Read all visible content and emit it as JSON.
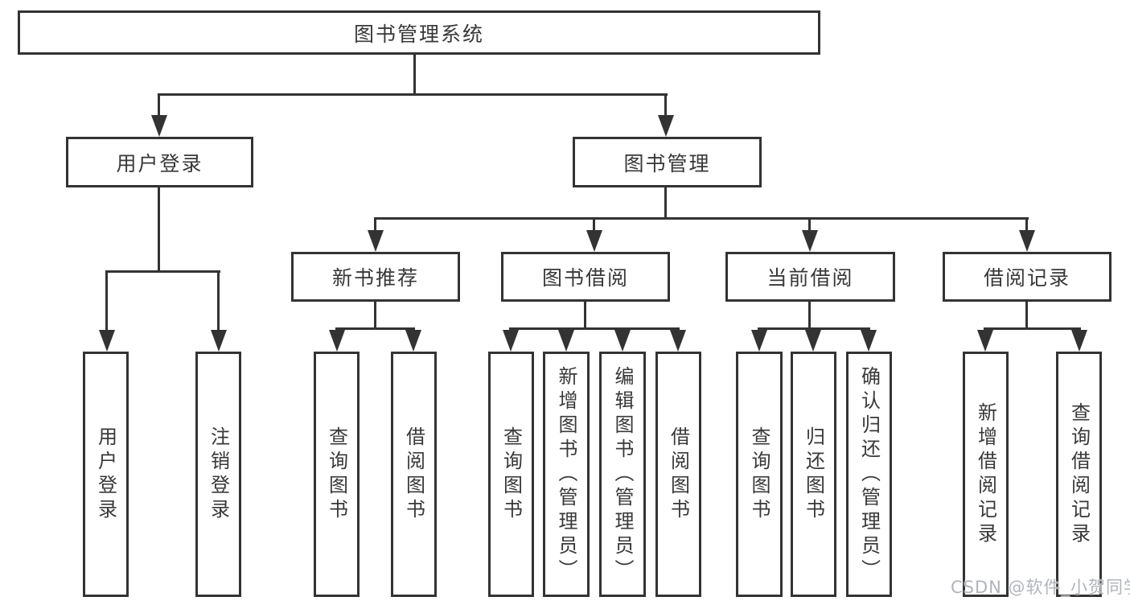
{
  "title": "图书管理系统",
  "colors": {
    "line": "#333333",
    "text": "#383838",
    "box_background": "#ffffff",
    "watermark": "#b0b4ba"
  },
  "tree": {
    "root": {
      "label": "图书管理系统"
    },
    "children": [
      {
        "label": "用户登录",
        "children": [
          {
            "label": "用户登录"
          },
          {
            "label": "注销登录"
          }
        ]
      },
      {
        "label": "图书管理",
        "children": [
          {
            "label": "新书推荐",
            "children": [
              {
                "label": "查询图书"
              },
              {
                "label": "借阅图书"
              }
            ]
          },
          {
            "label": "图书借阅",
            "children": [
              {
                "label": "查询图书"
              },
              {
                "label": "新增图书（管理员）"
              },
              {
                "label": "编辑图书（管理员）"
              },
              {
                "label": "借阅图书"
              }
            ]
          },
          {
            "label": "当前借阅",
            "children": [
              {
                "label": "查询图书"
              },
              {
                "label": "归还图书"
              },
              {
                "label": "确认归还（管理员）"
              }
            ]
          },
          {
            "label": "借阅记录",
            "children": [
              {
                "label": "新增借阅记录"
              },
              {
                "label": "查询借阅记录"
              }
            ]
          }
        ]
      }
    ]
  },
  "watermark": {
    "text": "CSDN @软件_小贺同学"
  }
}
